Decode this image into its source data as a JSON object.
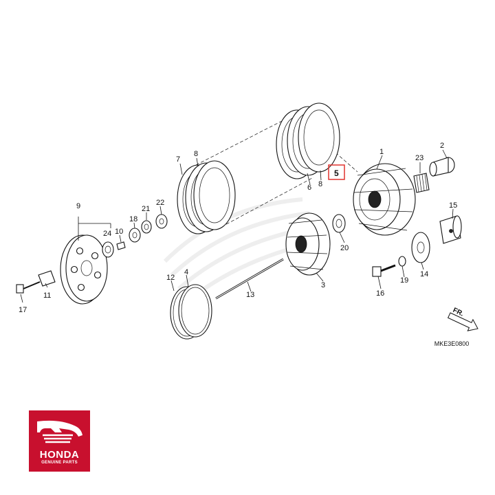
{
  "diagram": {
    "callouts": {
      "c1": "1",
      "c2": "2",
      "c3": "3",
      "c4": "4",
      "c5": "5",
      "c6": "6",
      "c7": "7",
      "c8a": "8",
      "c8b": "8",
      "c9": "9",
      "c10": "10",
      "c11": "11",
      "c12": "12",
      "c13": "13",
      "c14": "14",
      "c15": "15",
      "c16": "16",
      "c17": "17",
      "c18": "18",
      "c19": "19",
      "c20": "20",
      "c21": "21",
      "c22": "22",
      "c23": "23",
      "c24": "24"
    },
    "highlighted_callout": "5",
    "highlight_color": "#e0322f",
    "direction_label": "FR.",
    "diagram_code": "MKE3E0800"
  },
  "logo": {
    "wordmark": "HONDA",
    "tagline": "GENUINE PARTS",
    "background_color": "#c8102e"
  }
}
